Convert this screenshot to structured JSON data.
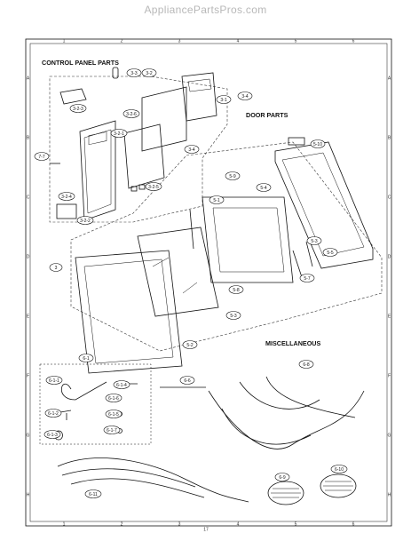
{
  "watermark": "AppliancePartsPros.com",
  "sections": {
    "control_panel": "CONTROL PANEL PARTS",
    "door": "DOOR PARTS",
    "misc": "MISCELLANEOUS"
  },
  "border_columns": [
    "1",
    "2",
    "3",
    "4",
    "5",
    "6"
  ],
  "border_rows": [
    "A",
    "B",
    "C",
    "D",
    "E",
    "F",
    "G",
    "H"
  ],
  "callouts": {
    "c3_3": "3-3",
    "c3_2": "3-2",
    "c3_1": "3-1",
    "c3_4a": "3-4",
    "c3_4b": "3-4",
    "c3_2_3": "3-2-3",
    "c3_2_6": "3-2-6",
    "c3_2_1": "3-2-1",
    "c3_2_5": "3-2-5",
    "c3_2_4": "3-2-4",
    "c3_2_2": "3-2-2",
    "c7_7": "7-7",
    "c3": "3",
    "c5_10": "5-10",
    "c5_9": "5-9",
    "c5_4": "5-4",
    "c5_1": "5-1",
    "c5_3a": "5-3",
    "c5_5": "5-5",
    "c5_7": "5-7",
    "c5_8": "5-8",
    "c5_3b": "5-3",
    "c5_2": "5-2",
    "c6_1": "6-1",
    "c6_1_1": "6-1-1",
    "c6_1_4": "6-1-4",
    "c6_1_2": "6-1-2",
    "c6_1_5": "6-1-5",
    "c6_1_3": "6-1-3",
    "c6_1_6": "6-1-6",
    "c6_1_7": "6-1-7",
    "c6_6": "6-6",
    "c6_8": "6-8",
    "c6_9": "6-9",
    "c6_10": "6-10",
    "c6_11": "6-11"
  },
  "page_number": "17"
}
